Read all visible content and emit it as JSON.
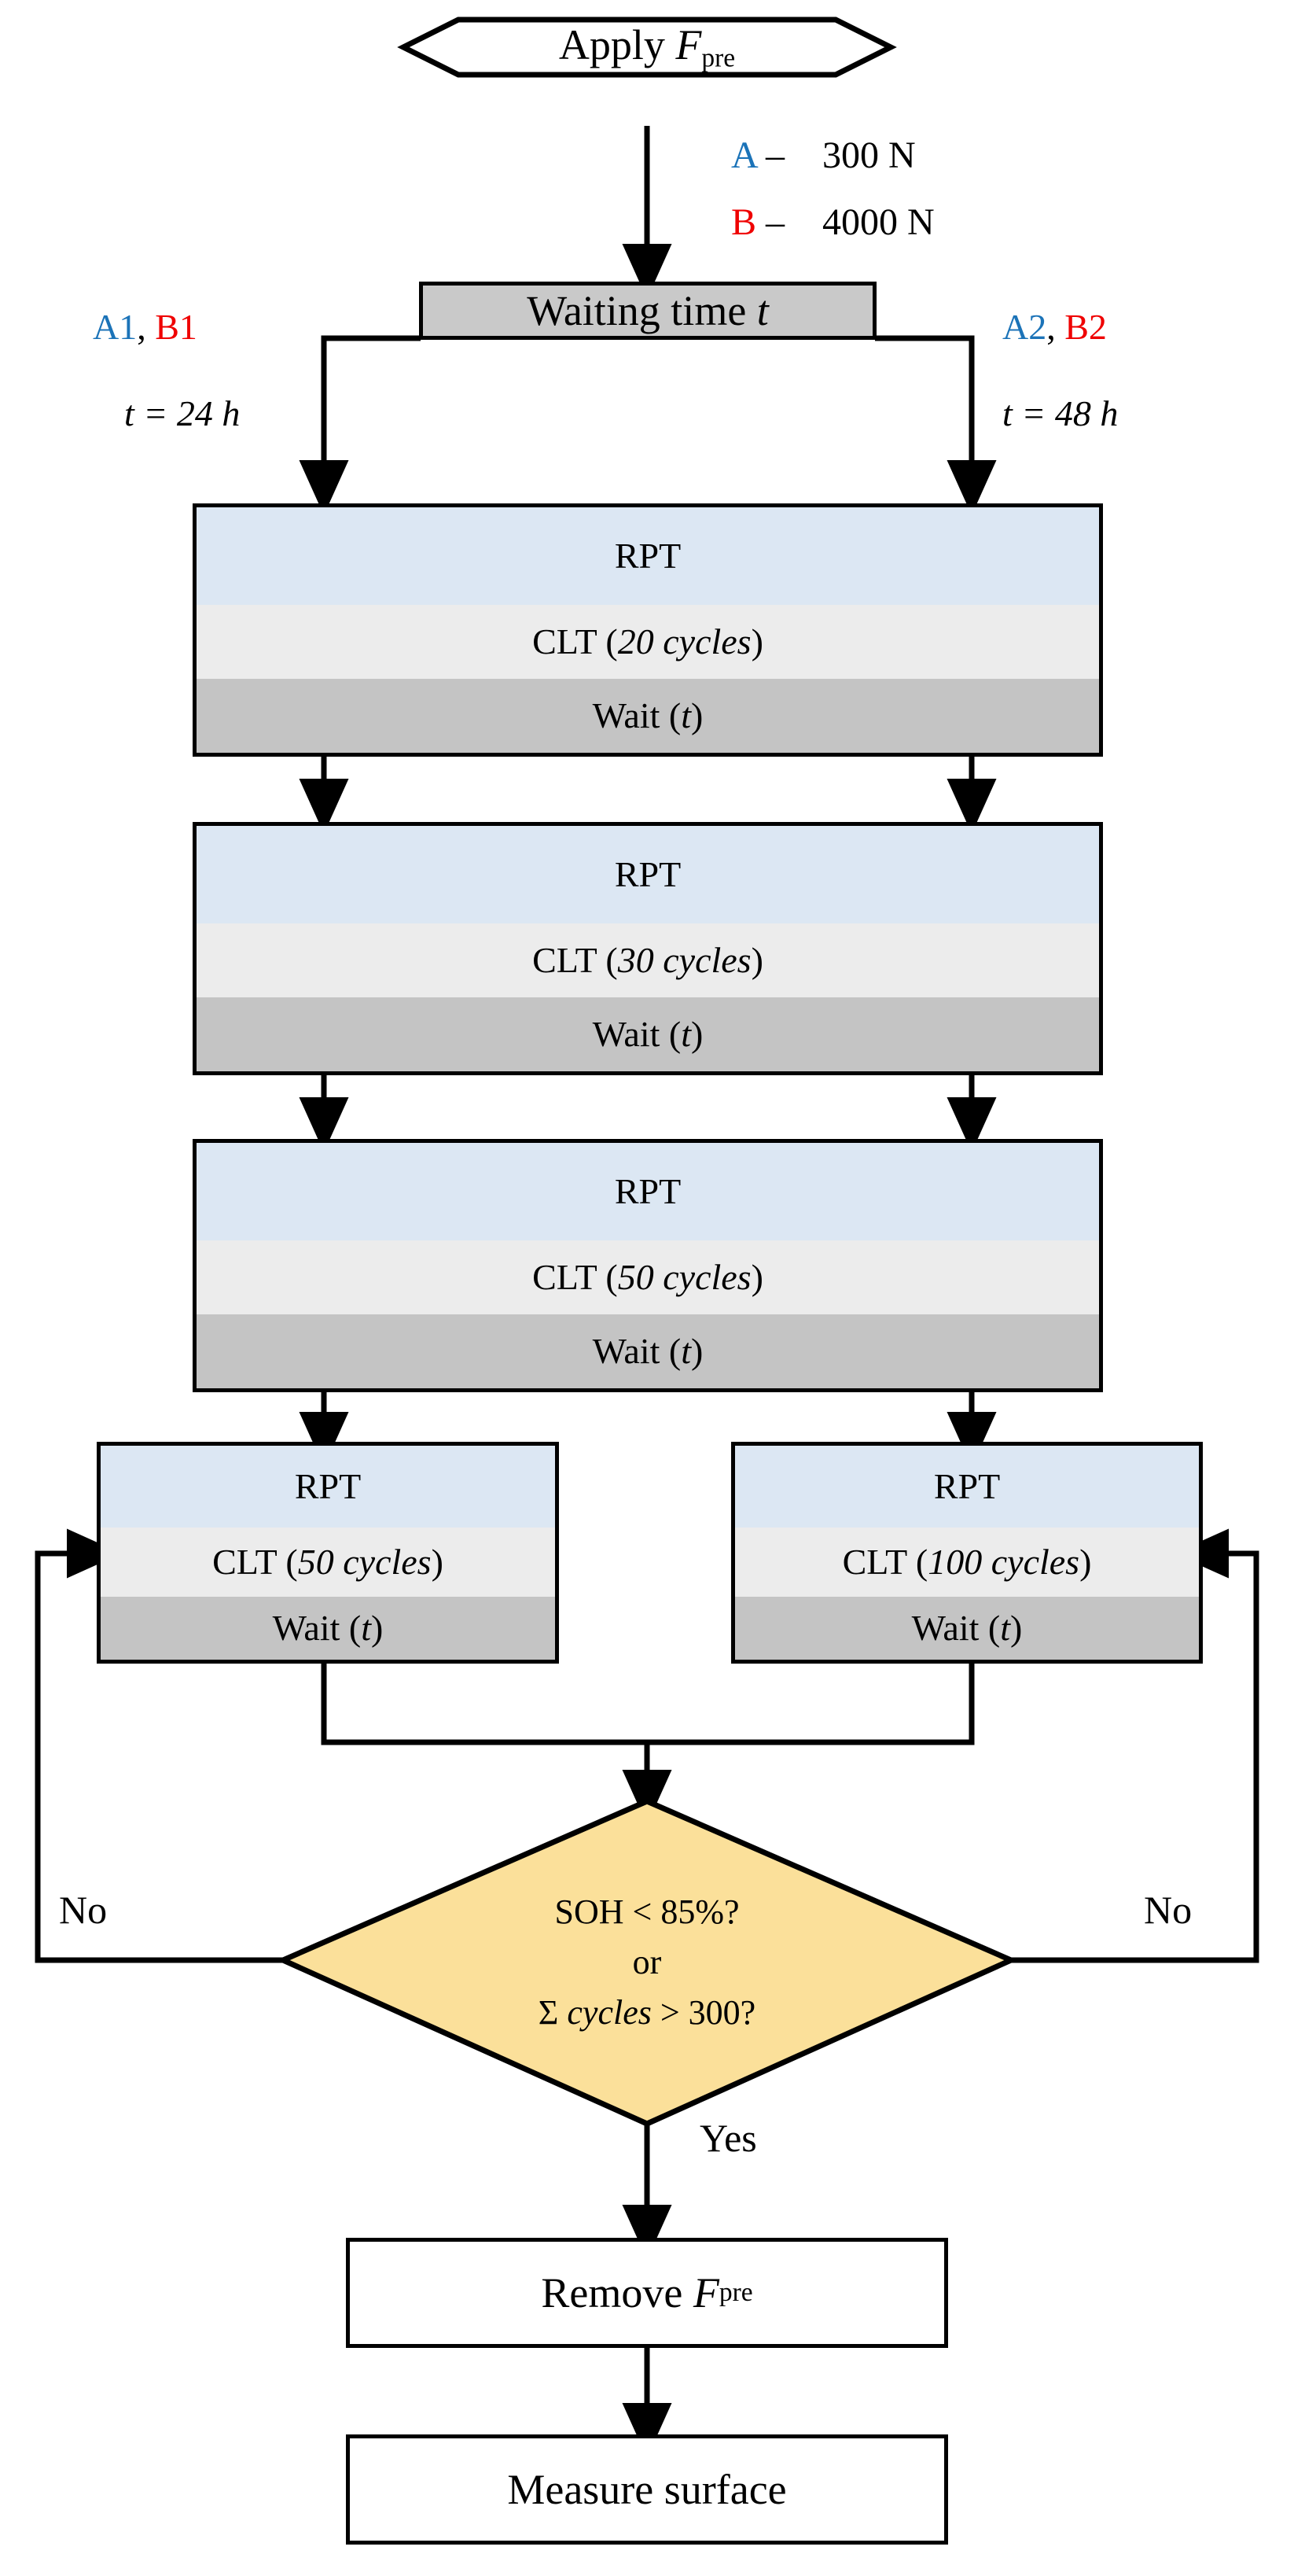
{
  "diagram": {
    "title": "Test procedure flowchart",
    "colors": {
      "series_a": "#1b73b8",
      "series_b": "#ef0000",
      "rpt_band": "#dce7f3",
      "clt_band": "#ececec",
      "wait_band": "#c4c4c4",
      "decision_fill": "#fbe09a",
      "waiting_box_fill": "#c9c9c9",
      "stroke": "#000000"
    }
  },
  "start": {
    "label_main": "Apply",
    "label_symbol": "F",
    "label_subscript": "pre",
    "shape": "hexagon"
  },
  "legend": [
    {
      "code": "A",
      "color": "#1b73b8",
      "dash": "–",
      "value": "300 N"
    },
    {
      "code": "B",
      "color": "#ef0000",
      "dash": "–",
      "value": "4000 N"
    }
  ],
  "waiting": {
    "label_text": "Waiting time",
    "label_var": "t",
    "shape": "rectangle"
  },
  "branches": [
    {
      "side": "left",
      "codes": [
        {
          "code": "A1",
          "color": "#1b73b8"
        },
        {
          "code": "B1",
          "color": "#ef0000"
        }
      ],
      "separator": ",",
      "time_label": "t = 24 h"
    },
    {
      "side": "right",
      "codes": [
        {
          "code": "A2",
          "color": "#1b73b8"
        },
        {
          "code": "B2",
          "color": "#ef0000"
        }
      ],
      "separator": ",",
      "time_label": "t = 48 h"
    }
  ],
  "shared_blocks": [
    {
      "id": "block-1",
      "rpt": "RPT",
      "clt_prefix": "CLT (",
      "clt_value": "20 cycles",
      "clt_suffix": ")",
      "wait_prefix": "Wait (",
      "wait_value": "t",
      "wait_suffix": ")"
    },
    {
      "id": "block-2",
      "rpt": "RPT",
      "clt_prefix": "CLT (",
      "clt_value": "30 cycles",
      "clt_suffix": ")",
      "wait_prefix": "Wait (",
      "wait_value": "t",
      "wait_suffix": ")"
    },
    {
      "id": "block-3",
      "rpt": "RPT",
      "clt_prefix": "CLT (",
      "clt_value": "50 cycles",
      "clt_suffix": ")",
      "wait_prefix": "Wait (",
      "wait_value": "t",
      "wait_suffix": ")"
    }
  ],
  "loop_blocks": [
    {
      "id": "loop-left",
      "rpt": "RPT",
      "clt_prefix": "CLT (",
      "clt_value": "50 cycles",
      "clt_suffix": ")",
      "wait_prefix": "Wait (",
      "wait_value": "t",
      "wait_suffix": ")"
    },
    {
      "id": "loop-right",
      "rpt": "RPT",
      "clt_prefix": "CLT (",
      "clt_value": "100 cycles",
      "clt_suffix": ")",
      "wait_prefix": "Wait (",
      "wait_value": "t",
      "wait_suffix": ")"
    }
  ],
  "decision": {
    "line1": "SOH < 85%?",
    "line2": "or",
    "line3_sigma": "Σ",
    "line3_italic": "cycles",
    "line3_tail": "> 300?",
    "no_left": "No",
    "no_right": "No",
    "yes": "Yes"
  },
  "end_steps": [
    {
      "id": "remove",
      "text_main": "Remove",
      "symbol": "F",
      "subscript": "pre"
    },
    {
      "id": "measure",
      "text_main": "Measure surface",
      "symbol": "",
      "subscript": ""
    }
  ]
}
